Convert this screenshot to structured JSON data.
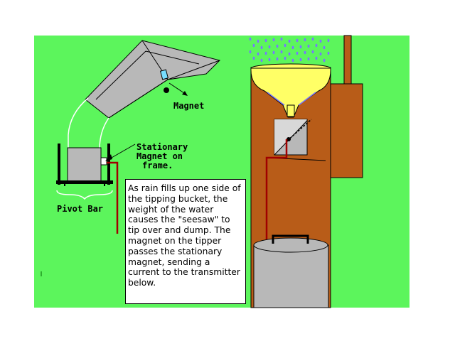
{
  "labels": {
    "magnet": "Magnet",
    "stationary_magnet": "Stationary\nMagnet on\nframe.",
    "pivot_bar": "Pivot Bar"
  },
  "description": "As rain fills up one side of the tipping bucket, the weight of the water causes the \"seesaw\" to tip over and dump.  The magnet on the tipper passes the stationary magnet, sending a current to the transmitter below.",
  "colors": {
    "background": "#5CF55C",
    "tube": "#B85C18",
    "funnel": "#FFFF66",
    "metal": "#B8B8B8",
    "wire": "#A00000",
    "rain": "#7777FF"
  }
}
